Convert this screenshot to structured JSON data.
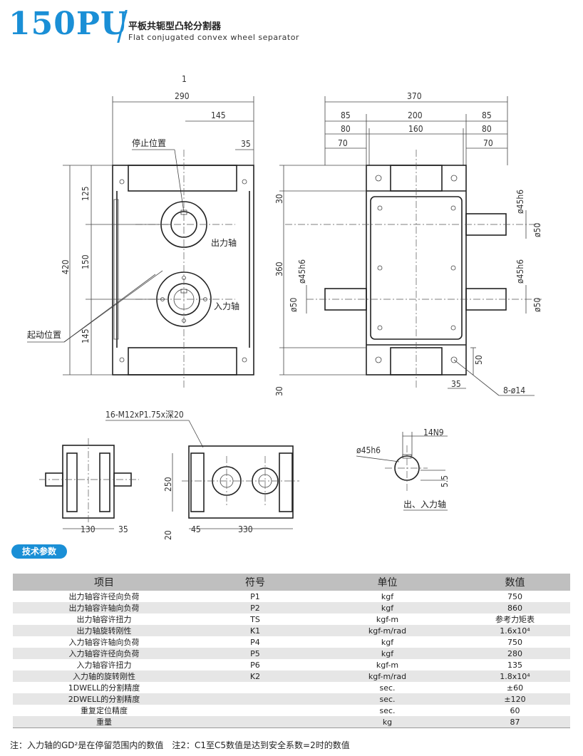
{
  "header": {
    "model": "150PU",
    "title_cn": "平板共轭型凸轮分割器",
    "title_en": "Flat conjugated convex wheel separator"
  },
  "drawing": {
    "view_number": "1",
    "labels": {
      "stop_position": "停止位置",
      "start_position": "起动位置",
      "output_shaft": "出力轴",
      "input_shaft": "入力轴",
      "tapped_holes": "16-M12xP1.75x深20",
      "mounting_holes": "8-ø14",
      "keyway": "14N9",
      "shaft_dia_small": "ø45h6",
      "shaft_io": "出、入力轴"
    },
    "dims_left": {
      "w290": "290",
      "w145": "145",
      "w35": "35",
      "h420": "420",
      "h125": "125",
      "h150": "150",
      "h145": "145"
    },
    "dims_right": {
      "w370": "370",
      "w85a": "85",
      "w200": "200",
      "w85b": "85",
      "w80a": "80",
      "w160": "160",
      "w80b": "80",
      "w70a": "70",
      "w70b": "70",
      "h30a": "30",
      "h360": "360",
      "h30b": "30",
      "d45a": "ø45h6",
      "d50a": "ø50",
      "d45b": "ø45h6",
      "d50b": "ø50",
      "d45c": "ø45h6",
      "d50c": "ø50",
      "h50": "50",
      "w35": "35"
    },
    "dims_bottom": {
      "w130": "130",
      "w35": "35",
      "h250": "250",
      "h20": "20",
      "w45": "45",
      "w330": "330",
      "h55": "5.5"
    }
  },
  "spec": {
    "section_title": "技术参数",
    "headers": [
      "项目",
      "符号",
      "单位",
      "数值"
    ],
    "rows": [
      {
        "item": "出力轴容许径向负荷",
        "symbol": "P1",
        "unit": "kgf",
        "value": "750"
      },
      {
        "item": "出力轴容许轴向负荷",
        "symbol": "P2",
        "unit": "kgf",
        "value": "860"
      },
      {
        "item": "出力轴容许扭力",
        "symbol": "TS",
        "unit": "kgf-m",
        "value": "参考力矩表"
      },
      {
        "item": "出力轴旋转刚性",
        "symbol": "K1",
        "unit": "kgf-m/rad",
        "value": "1.6x10⁴"
      },
      {
        "item": "入力轴容许轴向负荷",
        "symbol": "P4",
        "unit": "kgf",
        "value": "750"
      },
      {
        "item": "入力轴容许径向负荷",
        "symbol": "P5",
        "unit": "kgf",
        "value": "280"
      },
      {
        "item": "入力轴容许扭力",
        "symbol": "P6",
        "unit": "kgf-m",
        "value": "135"
      },
      {
        "item": "入力轴的旋转刚性",
        "symbol": "K2",
        "unit": "kgf-m/rad",
        "value": "1.8x10⁴"
      },
      {
        "item": "1DWELL的分割精度",
        "symbol": "",
        "unit": "sec.",
        "value": "±60"
      },
      {
        "item": "2DWELL的分割精度",
        "symbol": "",
        "unit": "sec.",
        "value": "±120"
      },
      {
        "item": "重复定位精度",
        "symbol": "",
        "unit": "sec.",
        "value": "60"
      },
      {
        "item": "重量",
        "symbol": "",
        "unit": "kg",
        "value": "87"
      }
    ],
    "footnote": "注：入力轴的GD²是在停留范围内的数值　注2：C1至C5数值是达到安全系数=2时的数值"
  },
  "colors": {
    "brand": "#1a8fd6",
    "header_row": "#bfbfbf",
    "alt_row": "#e6e6e6"
  }
}
